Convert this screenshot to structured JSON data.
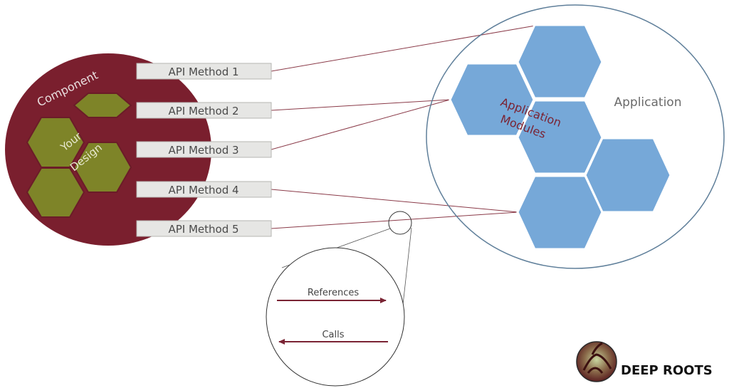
{
  "component": {
    "label": "Component",
    "design_line1": "Your",
    "design_line2": "Design",
    "color": "#7a1f2e",
    "hex_color": "#7e8428"
  },
  "api_methods": [
    "API Method 1",
    "API Method 2",
    "API Method 3",
    "API Method 4",
    "API Method 5"
  ],
  "application": {
    "label": "Application",
    "modules_line1": "Application",
    "modules_line2": "Modules",
    "hex_color": "#76a8d8"
  },
  "legend": {
    "references": "References",
    "calls": "Calls",
    "arrow_color": "#7a2434"
  },
  "brand": {
    "name": "DEEP ROOTS",
    "logo_icon": "tree-roots-logo"
  }
}
